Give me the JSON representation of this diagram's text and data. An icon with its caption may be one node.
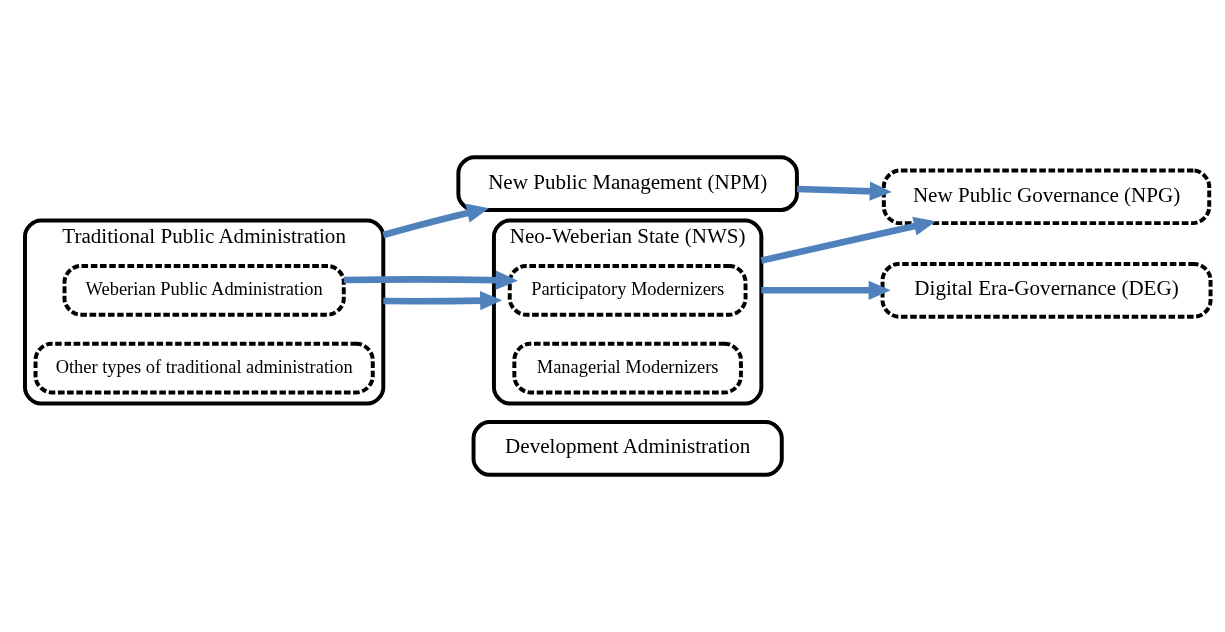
{
  "diagram": {
    "nodes": [
      {
        "text": [
          "Traditional Public Administration"
        ]
      },
      {
        "text": [
          "Weberian Public Administration"
        ],
        "in": 0
      },
      {
        "text": [
          "Other types of traditional administration"
        ],
        "in": 0
      },
      {
        "text": [
          "New Public Management (NPM)"
        ]
      },
      {
        "text": [
          "Neo-Weberian State (NWS)"
        ]
      },
      {
        "text": [
          "Participatory Modernizers"
        ],
        "in": 4
      },
      {
        "text": [
          "Managerial Modernizers"
        ],
        "in": 4
      },
      {
        "text": [
          "Development Administration"
        ]
      },
      {
        "text": [
          "New Public Governance (NPG)"
        ]
      },
      {
        "text": [
          "Digital Era-Governance (DEG)"
        ]
      }
    ],
    "edges": [
      {
        "from": 0,
        "to": 3,
        "arrow": "to"
      },
      {
        "from": 0,
        "to": 4,
        "arrow": "to"
      },
      {
        "from": 1,
        "to": 5,
        "arrow": "to"
      },
      {
        "from": 3,
        "to": 8,
        "arrow": "to"
      },
      {
        "from": 4,
        "to": 8,
        "arrow": "to"
      },
      {
        "from": 4,
        "to": 9,
        "arrow": "to"
      }
    ]
  }
}
